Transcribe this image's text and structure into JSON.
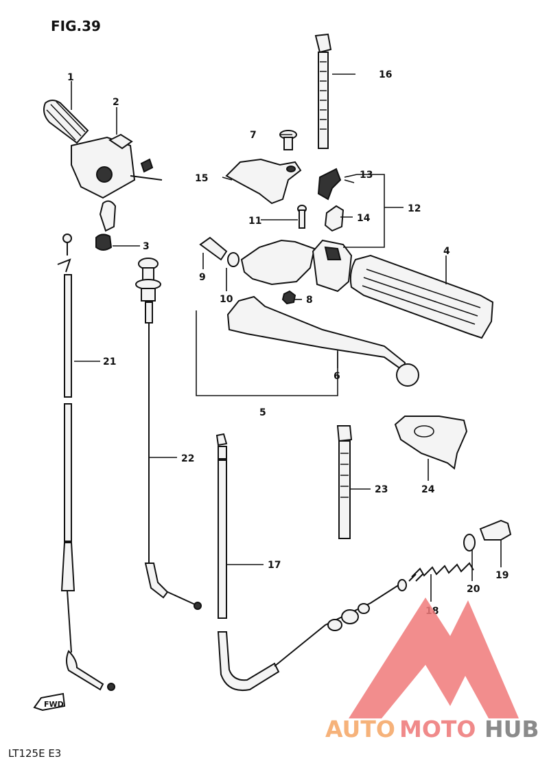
{
  "figure": {
    "title": "FIG.39",
    "model": "LT125E  E3"
  },
  "watermark": {
    "part1": "AUTO",
    "part2": "MOTO",
    "part3": "HUB",
    "colors": {
      "part1": "#f6b27a",
      "part2": "#f08a8a",
      "part3": "#8a8a8a",
      "logo": "#f07a7a"
    }
  },
  "fwd_arrow": {
    "label": "FWD"
  },
  "callouts": [
    {
      "id": "1",
      "label": "1"
    },
    {
      "id": "2",
      "label": "2"
    },
    {
      "id": "3",
      "label": "3"
    },
    {
      "id": "4",
      "label": "4"
    },
    {
      "id": "5",
      "label": "5"
    },
    {
      "id": "6",
      "label": "6"
    },
    {
      "id": "7",
      "label": "7"
    },
    {
      "id": "8",
      "label": "8"
    },
    {
      "id": "9",
      "label": "9"
    },
    {
      "id": "10",
      "label": "10"
    },
    {
      "id": "11",
      "label": "11"
    },
    {
      "id": "12",
      "label": "12"
    },
    {
      "id": "13",
      "label": "13"
    },
    {
      "id": "14",
      "label": "14"
    },
    {
      "id": "15",
      "label": "15"
    },
    {
      "id": "16",
      "label": "16"
    },
    {
      "id": "17",
      "label": "17"
    },
    {
      "id": "18",
      "label": "18"
    },
    {
      "id": "19",
      "label": "19"
    },
    {
      "id": "20",
      "label": "20"
    },
    {
      "id": "21",
      "label": "21"
    },
    {
      "id": "22",
      "label": "22"
    },
    {
      "id": "23",
      "label": "23"
    },
    {
      "id": "24",
      "label": "24"
    }
  ]
}
